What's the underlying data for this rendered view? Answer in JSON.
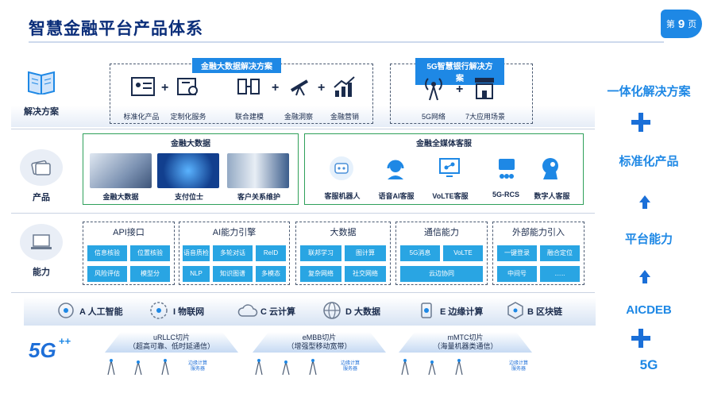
{
  "header": {
    "title": "智慧金融平台产品体系",
    "page_prefix": "第",
    "page_number": "9",
    "page_suffix": "页"
  },
  "rows": {
    "solution": "解决方案",
    "product": "产品",
    "capability": "能力"
  },
  "solution": {
    "bigdata_tag": "金融大数据解决方案",
    "bank_tag": "5G智慧银行解决方案",
    "items": [
      "标准化产品",
      "定制化服务",
      "联合建模",
      "金融洞察",
      "金融营销"
    ],
    "bank_items": [
      "5G网络",
      "7大应用场景"
    ]
  },
  "product": {
    "bigdata_title": "金融大数据",
    "bigdata_items": [
      "金融大数据",
      "支付位士",
      "客户关系维护"
    ],
    "media_title": "金融全媒体客服",
    "media_items": [
      "客服机器人",
      "语音AI客服",
      "VoLTE客服",
      "5G-RCS",
      "数字人客服"
    ]
  },
  "capability": {
    "groups": [
      {
        "title": "API接口",
        "cells": [
          "信息核验",
          "位置核验",
          "风险评估",
          "模型分"
        ]
      },
      {
        "title": "AI能力引擎",
        "cells": [
          "语音质检",
          "多轮对话",
          "ReID",
          "NLP",
          "知识图谱",
          "多模态"
        ]
      },
      {
        "title": "大数据",
        "cells": [
          "联邦学习",
          "图计算",
          "复杂网络",
          "社交网络"
        ]
      },
      {
        "title": "通信能力",
        "cells": [
          "5G消息",
          "VoLTE",
          "云边协同"
        ]
      },
      {
        "title": "外部能力引入",
        "cells": [
          "一键登录",
          "融合定位",
          "中间号",
          "......"
        ]
      }
    ]
  },
  "tech": [
    "A 人工智能",
    "I 物联网",
    "C 云计算",
    "D 大数据",
    "E 边缘计算",
    "B 区块链"
  ],
  "slices": [
    {
      "name": "uRLLC切片",
      "desc": "（超高可靠、低时延通信）"
    },
    {
      "name": "eMBB切片",
      "desc": "（增强型移动宽带）"
    },
    {
      "name": "mMTC切片",
      "desc": "（海量机器类通信）"
    }
  ],
  "edge_label_1": "边缘计算",
  "edge_label_2": "服务器",
  "logo_5g": "5G",
  "right": {
    "r1": "一体化解决方案",
    "r2": "标准化产品",
    "r3": "平台能力",
    "r4": "AICDEB",
    "r5": "5G"
  },
  "colors": {
    "accent": "#1e88e5",
    "title": "#0b2e7a",
    "cell": "#29a5e3",
    "green": "#2fa05a"
  }
}
